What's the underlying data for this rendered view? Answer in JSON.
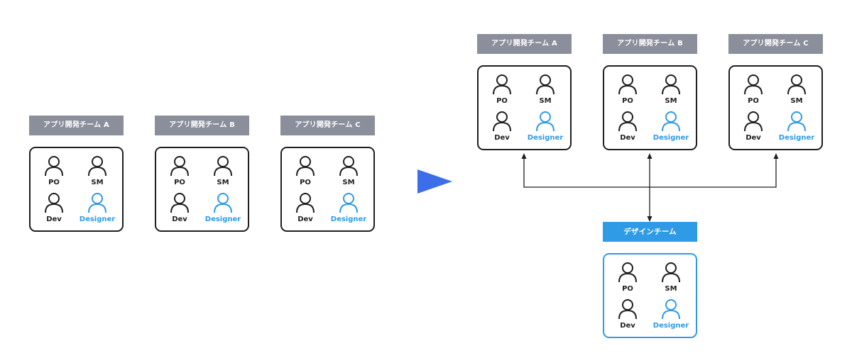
{
  "before": {
    "teams": [
      {
        "label": "アプリ開発チーム A",
        "members": [
          "PO",
          "SM",
          "Dev",
          "Designer"
        ]
      },
      {
        "label": "アプリ開発チーム B",
        "members": [
          "PO",
          "SM",
          "Dev",
          "Designer"
        ]
      },
      {
        "label": "アプリ開発チーム C",
        "members": [
          "PO",
          "SM",
          "Dev",
          "Designer"
        ]
      }
    ]
  },
  "transition_arrow": "right-triangle-icon",
  "after": {
    "teams": [
      {
        "label": "アプリ開発チーム A",
        "members": [
          "PO",
          "SM",
          "Dev",
          "Designer"
        ]
      },
      {
        "label": "アプリ開発チーム B",
        "members": [
          "PO",
          "SM",
          "Dev",
          "Designer"
        ]
      },
      {
        "label": "アプリ開発チーム C",
        "members": [
          "PO",
          "SM",
          "Dev",
          "Designer"
        ]
      }
    ],
    "design_team": {
      "label": "デザインチーム",
      "members": [
        "PO",
        "SM",
        "Dev",
        "Designer"
      ]
    }
  },
  "colors": {
    "team_label_bg": "#8b8e9b",
    "design_accent": "#2f9be6",
    "text_dark": "#1f1f1f",
    "arrow": "#3b6ee8"
  },
  "icons": {
    "member": "person-icon",
    "designer": "person-icon"
  }
}
